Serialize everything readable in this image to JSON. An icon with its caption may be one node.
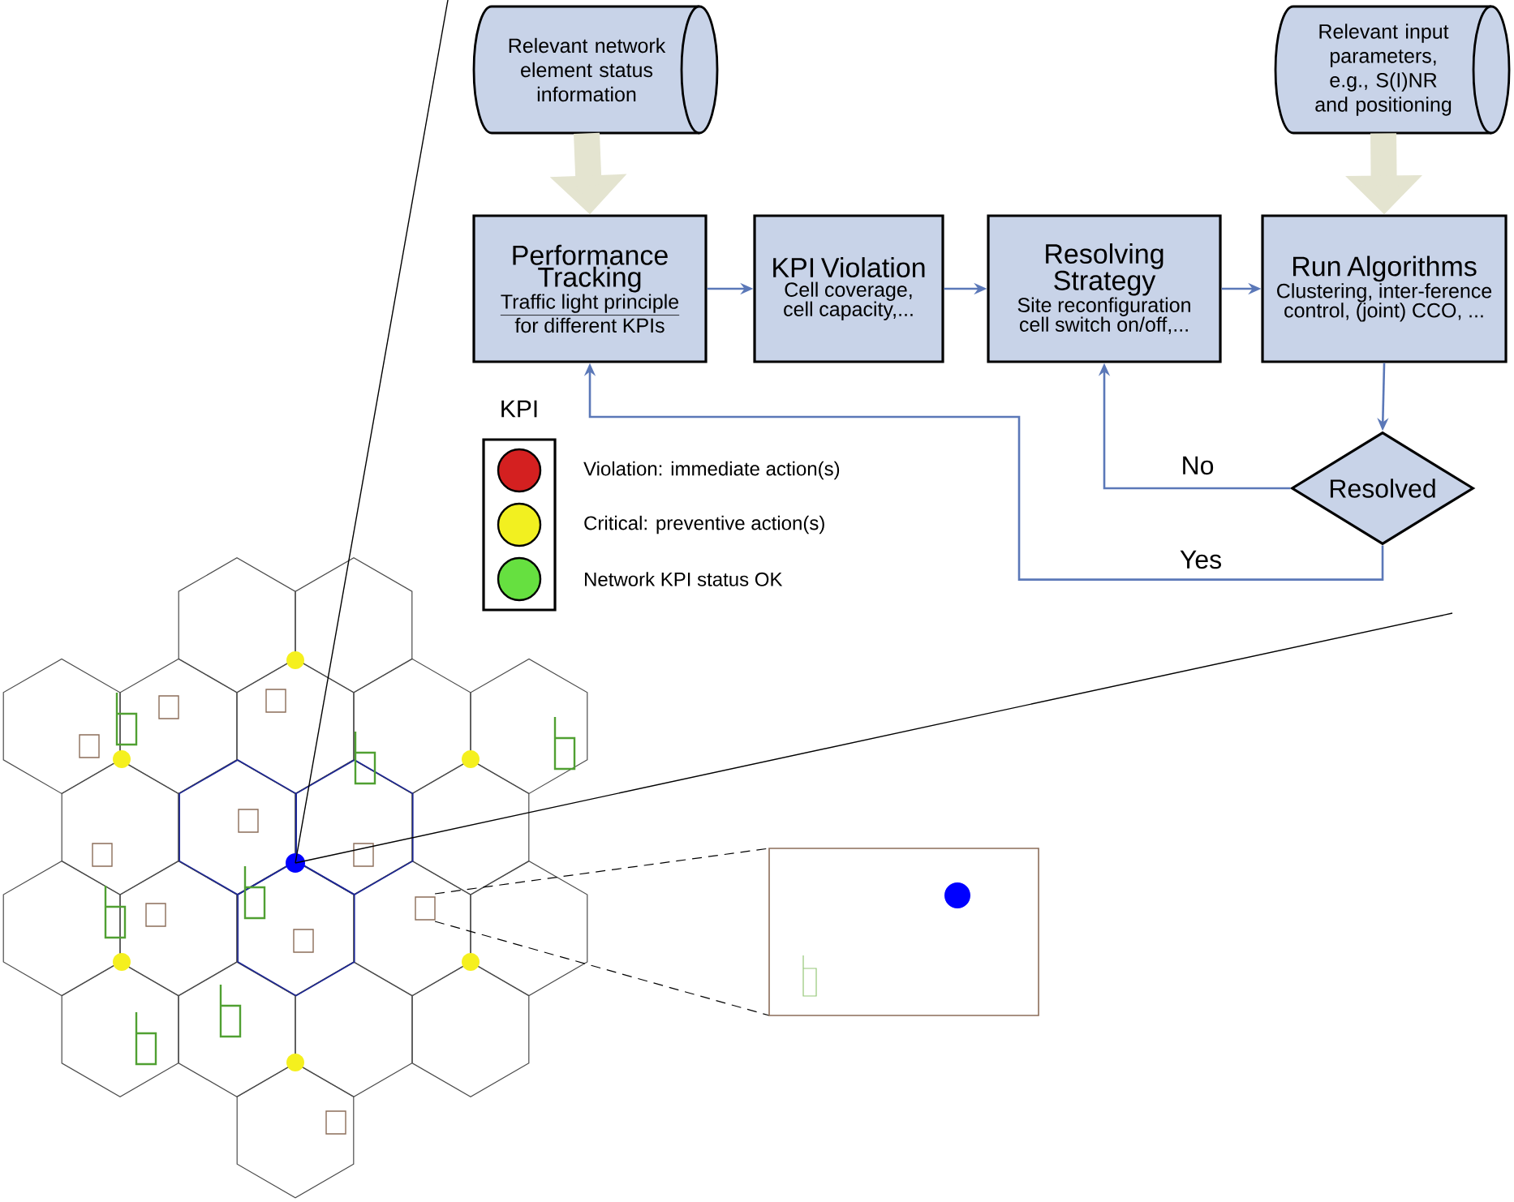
{
  "diagram": {
    "nodes": [
      {
        "text": [
          "Relevant network element status information"
        ]
      },
      {
        "text": [
          "Relevant input parameters, e.g., S(I)NR and positioning"
        ]
      },
      {
        "text": [
          "Performance Tracking",
          "Traffic light principle",
          "for different KPIs"
        ]
      },
      {
        "text": [
          "KPI Violation",
          "Cell coverage, cell capacity,..."
        ]
      },
      {
        "text": [
          "Resolving Strategy",
          "Site reconfiguration cell switch on/off,..."
        ]
      },
      {
        "text": [
          "Run Algorithms",
          "Clustering, inter-ference control, (joint) CCO, ..."
        ]
      },
      {
        "text": [
          "Resolved"
        ]
      }
    ],
    "edges": [
      {
        "from": 0,
        "to": 2,
        "arrow": "to",
        "style": "thick",
        "color": "#e4e4d0"
      },
      {
        "from": 1,
        "to": 5,
        "arrow": "to",
        "style": "thick",
        "color": "#e4e4d0"
      },
      {
        "from": 2,
        "to": 3,
        "arrow": "to"
      },
      {
        "from": 3,
        "to": 4,
        "arrow": "to"
      },
      {
        "from": 4,
        "to": 5,
        "arrow": "to"
      },
      {
        "from": 5,
        "to": 6,
        "arrow": "to"
      },
      {
        "from": 6,
        "to": 4,
        "arrow": "to",
        "label": "No"
      },
      {
        "from": 6,
        "to": 2,
        "arrow": "to",
        "label": "Yes"
      }
    ],
    "labels": [
      "KPI"
    ],
    "legend": [
      {
        "text": "Violation: immediate action(s)",
        "color": "#d42020"
      },
      {
        "text": "Critical: preventive action(s)",
        "color": "#f2f020"
      },
      {
        "text": "Network KPI status OK",
        "color": "#66e040"
      }
    ]
  }
}
